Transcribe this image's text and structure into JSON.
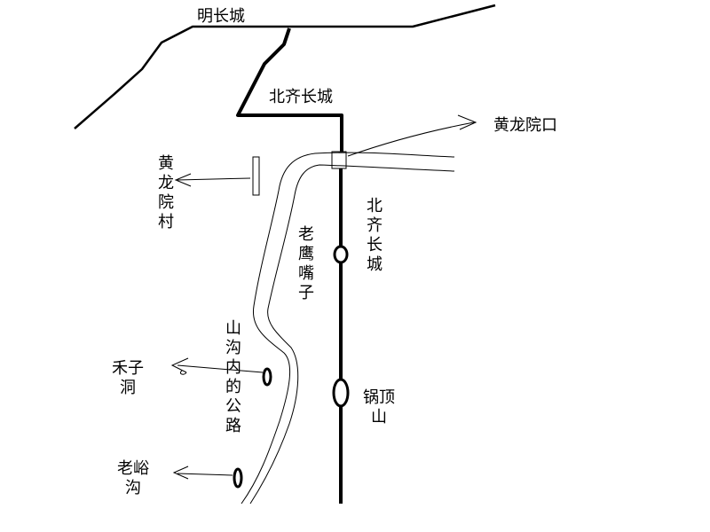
{
  "map": {
    "colors": {
      "background": "#ffffff",
      "ink": "#000000"
    },
    "labels": {
      "ming_wall": "明长城",
      "northern_qi_wall_top": "北齐长城",
      "huanglongyuan_kou": "黄龙院口",
      "huanglongyuan_village": "黄龙院村",
      "laoyingzui": "老鹰嘴子",
      "northern_qi_wall_side": "北齐长城",
      "valley_road": "山沟内的公路",
      "hezi_dong": "禾子洞",
      "guoding_shan": "锅顶山",
      "laoyu_gou": "老峪沟"
    }
  }
}
